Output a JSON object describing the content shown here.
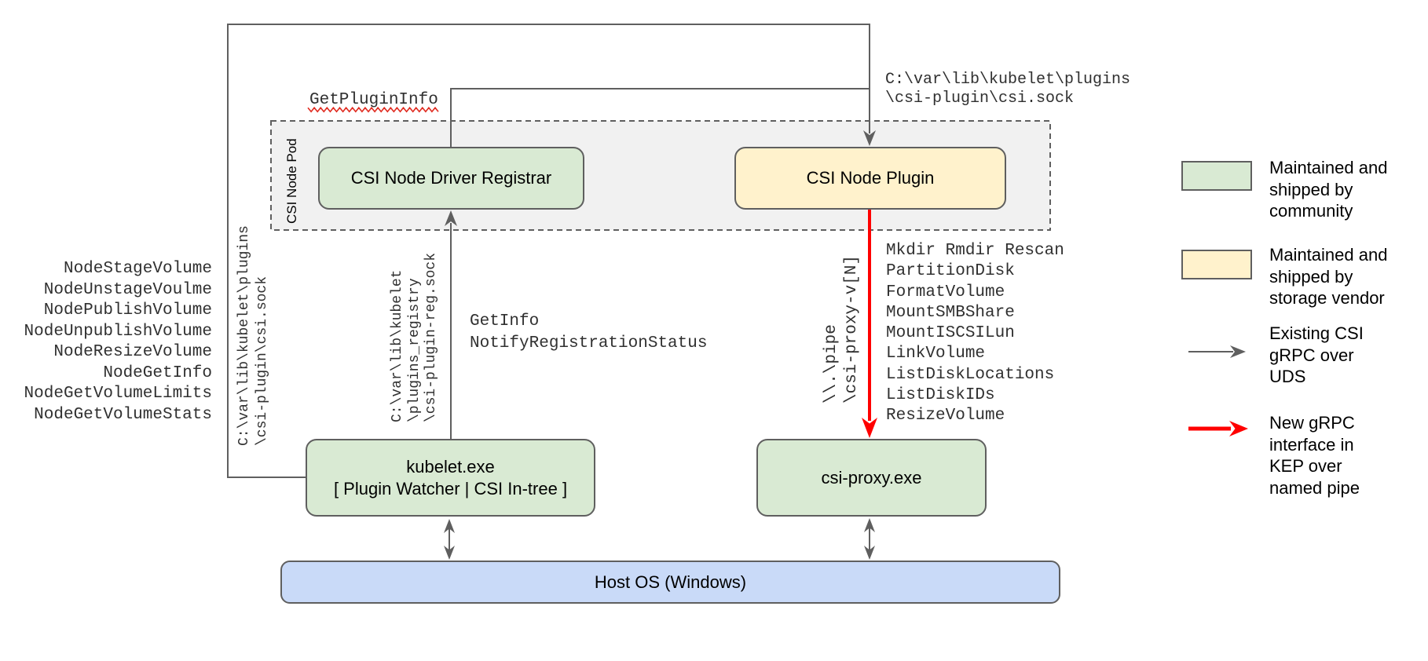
{
  "diagram": {
    "pod_label": "CSI Node Pod",
    "boxes": {
      "registrar": "CSI Node Driver Registrar",
      "plugin": "CSI Node Plugin",
      "kubelet_line1": "kubelet.exe",
      "kubelet_line2": "[ Plugin Watcher | CSI In-tree ]",
      "csi_proxy": "csi-proxy.exe",
      "host_os": "Host OS (Windows)"
    },
    "labels": {
      "get_plugin_info": "GetPluginInfo",
      "csi_sock_path_top": [
        "C:\\var\\lib\\kubelet\\plugins",
        "\\csi-plugin\\csi.sock"
      ],
      "node_calls": [
        "NodeStageVolume",
        "NodeUnstageVoulme",
        "NodePublishVolume",
        "NodeUnpublishVolume",
        "NodeResizeVolume",
        "NodeGetInfo",
        "NodeGetVolumeLimits",
        "NodeGetVolumeStats"
      ],
      "csi_sock_vertical": [
        "C:\\var\\lib\\kubelet\\plugins",
        "\\csi-plugin\\csi.sock"
      ],
      "reg_sock_vertical": [
        "C:\\var\\lib\\kubelet",
        "\\plugins_registry",
        "\\csi-plugin-reg.sock"
      ],
      "registration_calls": [
        "GetInfo",
        "NotifyRegistrationStatus"
      ],
      "pipe_vertical": [
        "\\\\.\\pipe",
        "\\csi-proxy-v[N]"
      ],
      "proxy_calls": [
        "Mkdir Rmdir Rescan",
        "PartitionDisk",
        "FormatVolume",
        "MountSMBShare",
        "MountISCSILun",
        "LinkVolume",
        "ListDiskLocations",
        "ListDiskIDs",
        "ResizeVolume"
      ]
    },
    "legend": {
      "community_lines": [
        "Maintained and",
        "shipped by",
        "community"
      ],
      "vendor_lines": [
        "Maintained and",
        "shipped by",
        "storage vendor"
      ],
      "uds_lines": [
        "Existing CSI",
        "gRPC over",
        "UDS"
      ],
      "pipe_lines": [
        "New gRPC",
        "interface in",
        "KEP over",
        "named pipe"
      ]
    },
    "colors": {
      "green": "#d9ead3",
      "yellow": "#fff2cc",
      "blue": "#c9daf8",
      "pod_fill": "#f1f1f1",
      "border": "#5f5f5f",
      "line": "#5f5f5f",
      "red": "#ff0000",
      "squiggle_red": "#e02b20"
    }
  }
}
